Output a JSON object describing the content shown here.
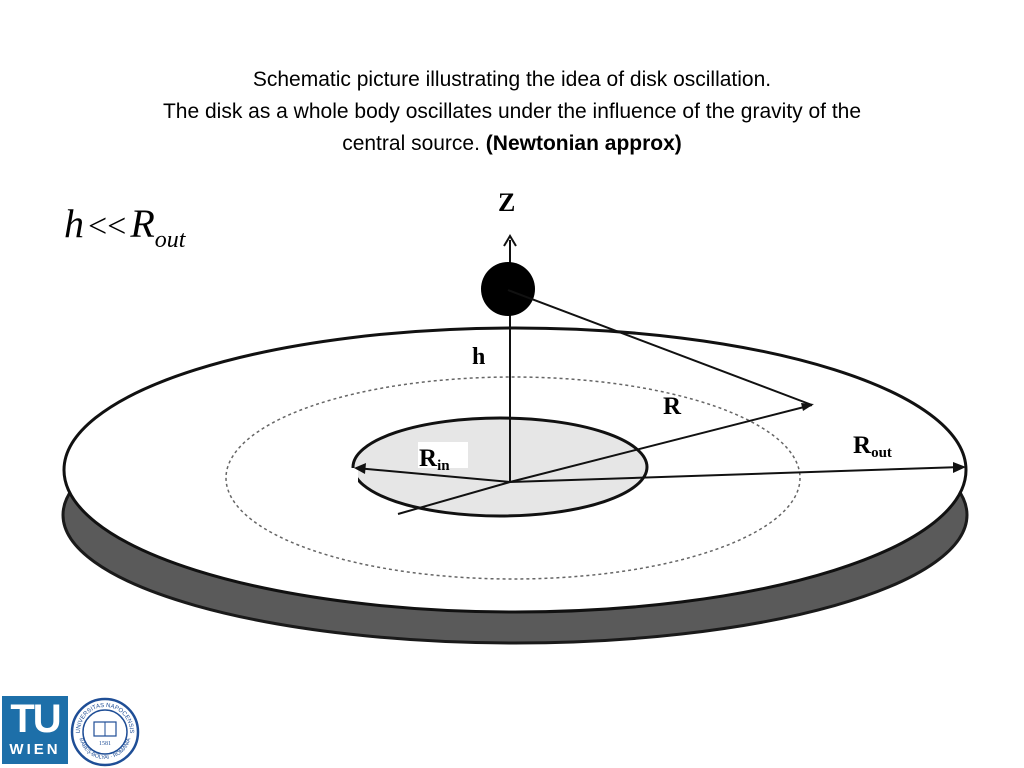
{
  "title": {
    "line1": "Schematic picture illustrating the idea of disk oscillation.",
    "line2": "The disk as a whole body oscillates under the influence of the gravity of the",
    "line3_plain": "central source.",
    "line3_bold": "(Newtonian approx)"
  },
  "formula": {
    "h": "h",
    "op": "<<",
    "r": "R",
    "sub": "out"
  },
  "diagram": {
    "z_label": "Z",
    "h_label": "h",
    "r_label": "R",
    "rin_main": "R",
    "rin_sub": "in",
    "rout_main": "R",
    "rout_sub": "out"
  },
  "logos": {
    "tu": "TU",
    "wien": "WIEN",
    "seal_top": "UNIVERSITAS NAPOCENSIS",
    "seal_bottom": "BABEŞ-BOLYAI · ROMANIA",
    "seal_year": "1581"
  },
  "colors": {
    "disk_top": "#ffffff",
    "disk_edge": "#5a5a5a",
    "inner_disk": "#e6e6e6",
    "tu_blue": "#1d6fa9",
    "seal_blue": "#1f4e96"
  }
}
